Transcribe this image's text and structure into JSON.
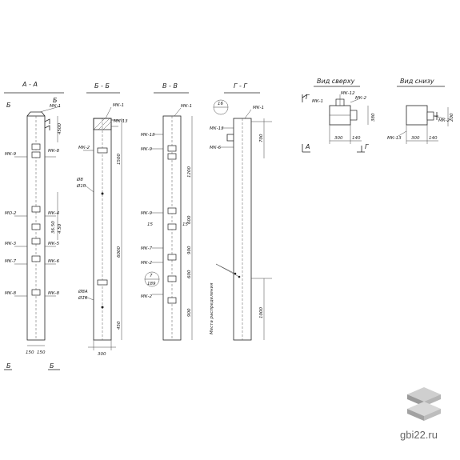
{
  "sections": [
    {
      "title": "А - А",
      "labels": [
        "МК-1",
        "МК-9",
        "МК-8",
        "МО-2",
        "МК-4",
        "МК-3",
        "МК-5",
        "МК-7",
        "МК-6",
        "МК-8",
        "МК-8",
        "Б",
        "Б",
        "Б"
      ],
      "dims": [
        "4500",
        "36.50",
        "4.50",
        "150",
        "150"
      ]
    },
    {
      "title": "Б - Б",
      "labels": [
        "МК-1",
        "МК-13",
        "МК-2",
        "Ø8",
        "Ø8А",
        "Ø10",
        "Ø16"
      ],
      "dims": [
        "1500",
        "6000",
        "450",
        "300"
      ]
    },
    {
      "title": "В - В",
      "labels": [
        "МК-1",
        "МК-13",
        "МК-9",
        "МК-9",
        "МК-7",
        "МК-2",
        "МК-2",
        "15",
        "15",
        "7",
        "189"
      ],
      "dims": [
        "1200",
        "600",
        "900",
        "600",
        "900"
      ]
    },
    {
      "title": "Г - Г",
      "labels": [
        "МК-1",
        "16",
        "МК-13",
        "МК-6"
      ],
      "dims": [
        "700",
        "1000"
      ],
      "note": "Места распределения"
    }
  ],
  "views": [
    {
      "title": "Вид сверху",
      "labels": [
        "МК-1",
        "МК-12",
        "МК-2",
        "Г",
        "А",
        "Г"
      ],
      "dims": [
        "300",
        "140",
        "380"
      ]
    },
    {
      "title": "Вид снизу",
      "labels": [
        "МК-13",
        "МК-2"
      ],
      "dims": [
        "300",
        "140",
        "200"
      ]
    }
  ],
  "watermark": {
    "site": "gbi22.ru",
    "logo": "stacked-slabs-icon",
    "color": "#6b6b6b"
  }
}
